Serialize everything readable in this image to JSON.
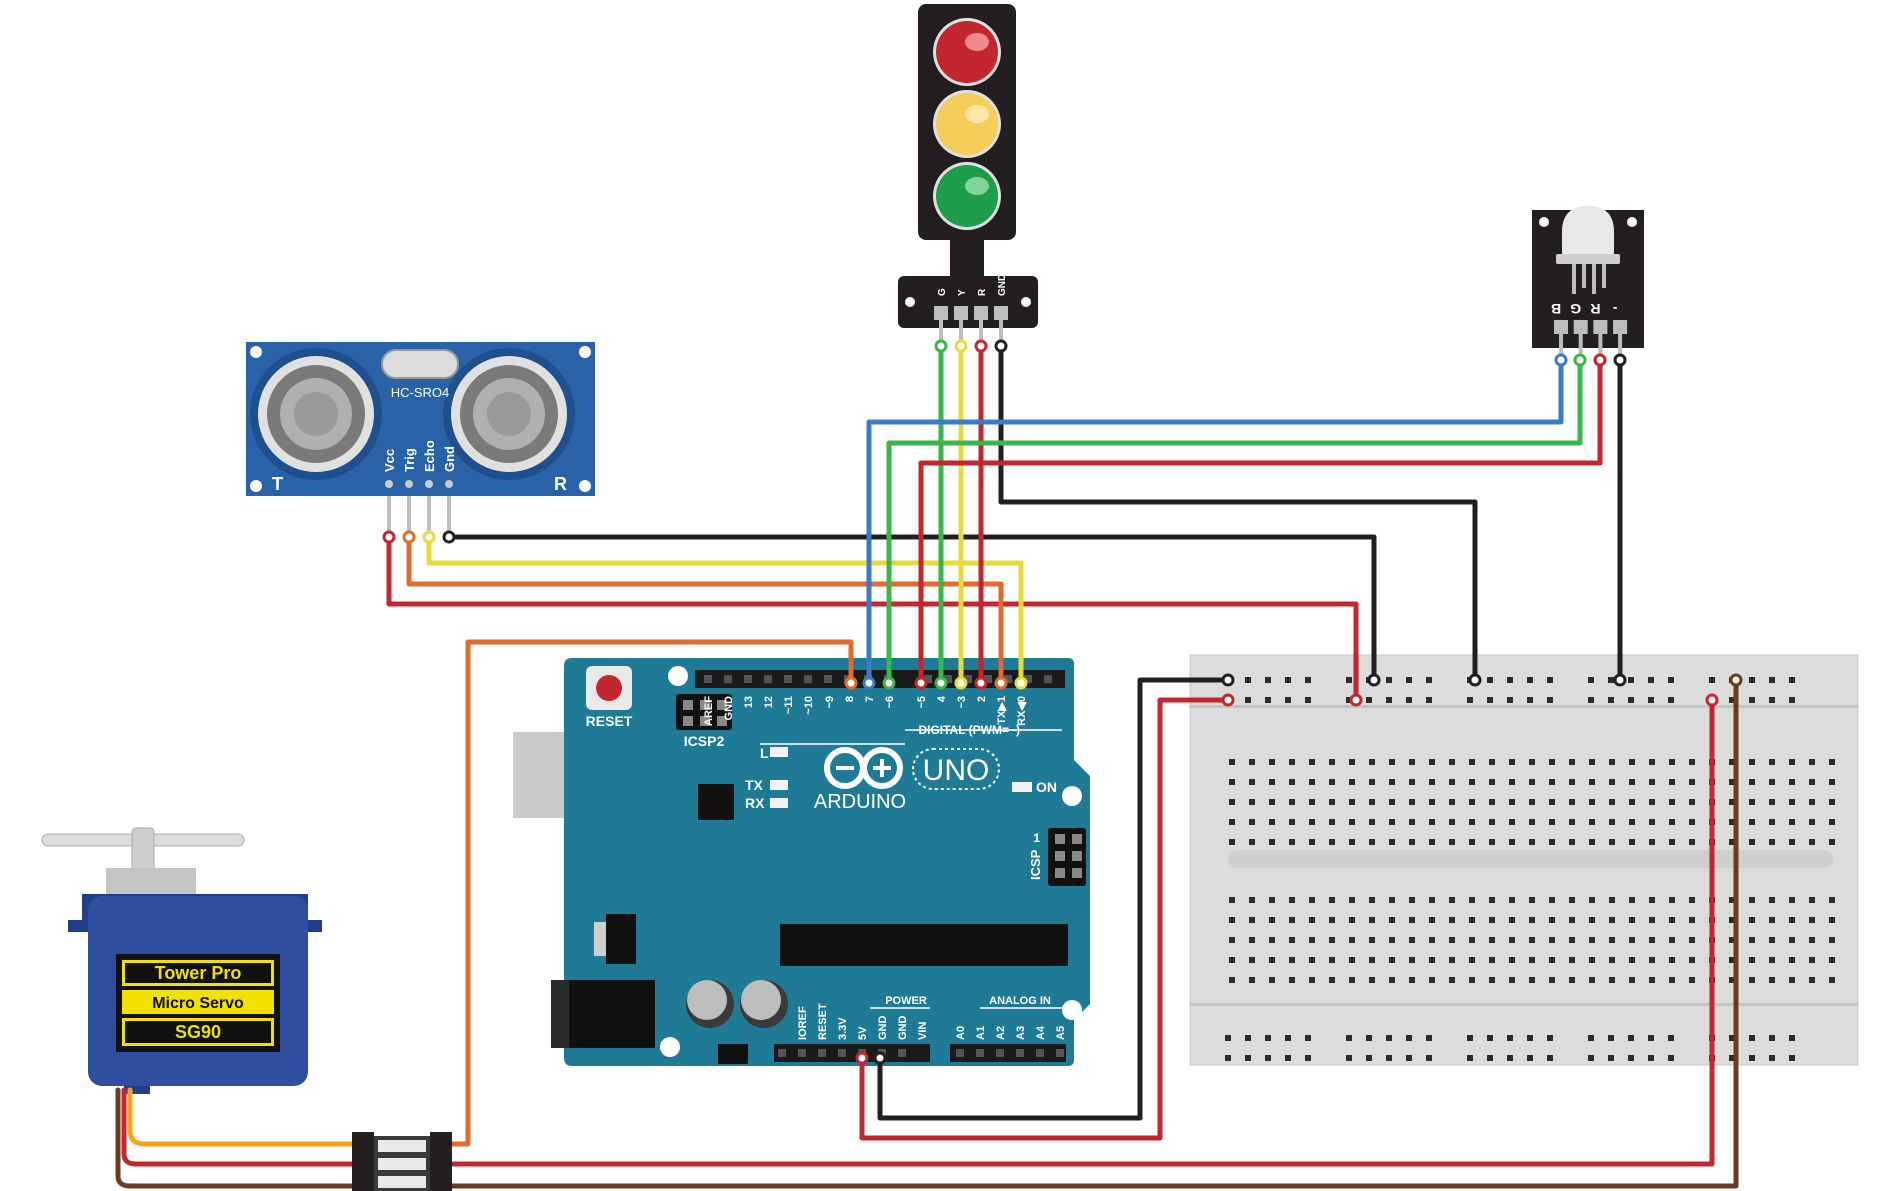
{
  "ultrasonic": {
    "model": "HC-SRO4",
    "pins": [
      "Vcc",
      "Trig",
      "Echo",
      "Gnd"
    ],
    "left_mark": "T",
    "right_mark": "R"
  },
  "traffic_light": {
    "pins": [
      "G",
      "Y",
      "R",
      "GND"
    ]
  },
  "rgb_module": {
    "pins": [
      "B",
      "G",
      "R",
      "-"
    ]
  },
  "servo": {
    "brand": "Tower Pro",
    "type": "Micro Servo",
    "model": "SG90"
  },
  "arduino": {
    "reset_label": "RESET",
    "icsp2_label": "ICSP2",
    "icsp_label": "ICSP",
    "icsp_pin1": "1",
    "led_l": "L",
    "led_tx": "TX",
    "led_rx": "RX",
    "on_label": "ON",
    "brand": "ARDUINO",
    "model": "UNO",
    "digital_label": "DIGITAL (PWM=~)",
    "power_label": "POWER",
    "analog_label": "ANALOG IN",
    "digital_pins": [
      "AREF",
      "GND",
      "13",
      "12",
      "~11",
      "~10",
      "~9",
      "8",
      "7",
      "~6",
      "~5",
      "4",
      "~3",
      "2",
      "TX▶1",
      "RX◀0"
    ],
    "power_pins": [
      "IOREF",
      "RESET",
      "3.3V",
      "5V",
      "GND",
      "GND",
      "VIN"
    ],
    "analog_pins": [
      "A0",
      "A1",
      "A2",
      "A3",
      "A4",
      "A5"
    ]
  },
  "colors": {
    "wire_red": "#c1272d",
    "wire_black": "#231f20",
    "wire_green": "#39b54a",
    "wire_yellow": "#e5dc3a",
    "wire_blue": "#3a7bc8",
    "wire_orange": "#e06b2c",
    "wire_brown": "#6b3b1e",
    "arduino_board": "#1f7a95",
    "sensor_board": "#2a62a8",
    "servo_body": "#2e4fa0",
    "breadboard": "#dcdcdc"
  }
}
